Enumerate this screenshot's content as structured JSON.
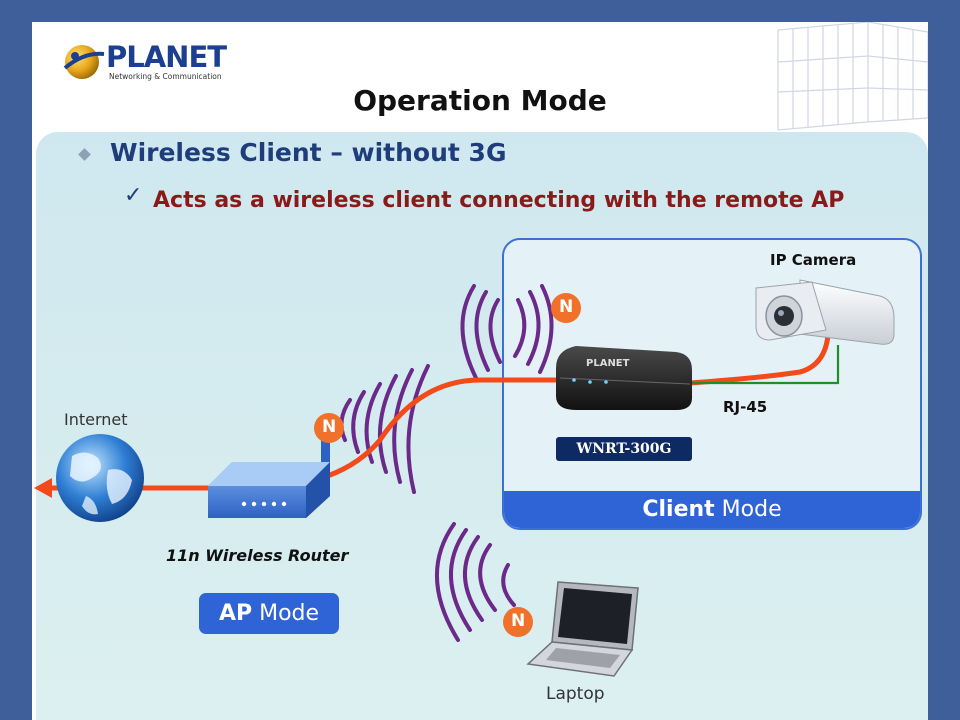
{
  "brand": {
    "name": "PLANET",
    "tagline": "Networking & Communication"
  },
  "title": "Operation Mode",
  "bullet": "Wireless Client – without 3G",
  "subpoint": "Acts as a wireless client connecting with the remote AP",
  "labels": {
    "internet": "Internet",
    "router": "11n Wireless Router",
    "ip_camera": "IP Camera",
    "rj45": "RJ-45",
    "device": "WNRT-300G",
    "laptop": "Laptop",
    "wifi_badge": "N"
  },
  "modes": {
    "client": {
      "bold": "Client",
      "rest": " Mode"
    },
    "ap": {
      "bold": "AP",
      "rest": " Mode"
    }
  },
  "colors": {
    "accent_blue": "#2f64d6",
    "title_blue": "#1f3d7a",
    "subpoint_red": "#8a1a1a",
    "signal_purple": "#6b2a8a",
    "link_orange": "#f24a1a",
    "badge_orange": "#f0712a"
  },
  "icons": [
    "planet-logo-icon",
    "bullet-diamond-icon",
    "checkmark-icon",
    "globe-icon",
    "router-icon",
    "wnrt-device-icon",
    "ip-camera-icon",
    "laptop-icon",
    "wifi-signal-icon"
  ]
}
